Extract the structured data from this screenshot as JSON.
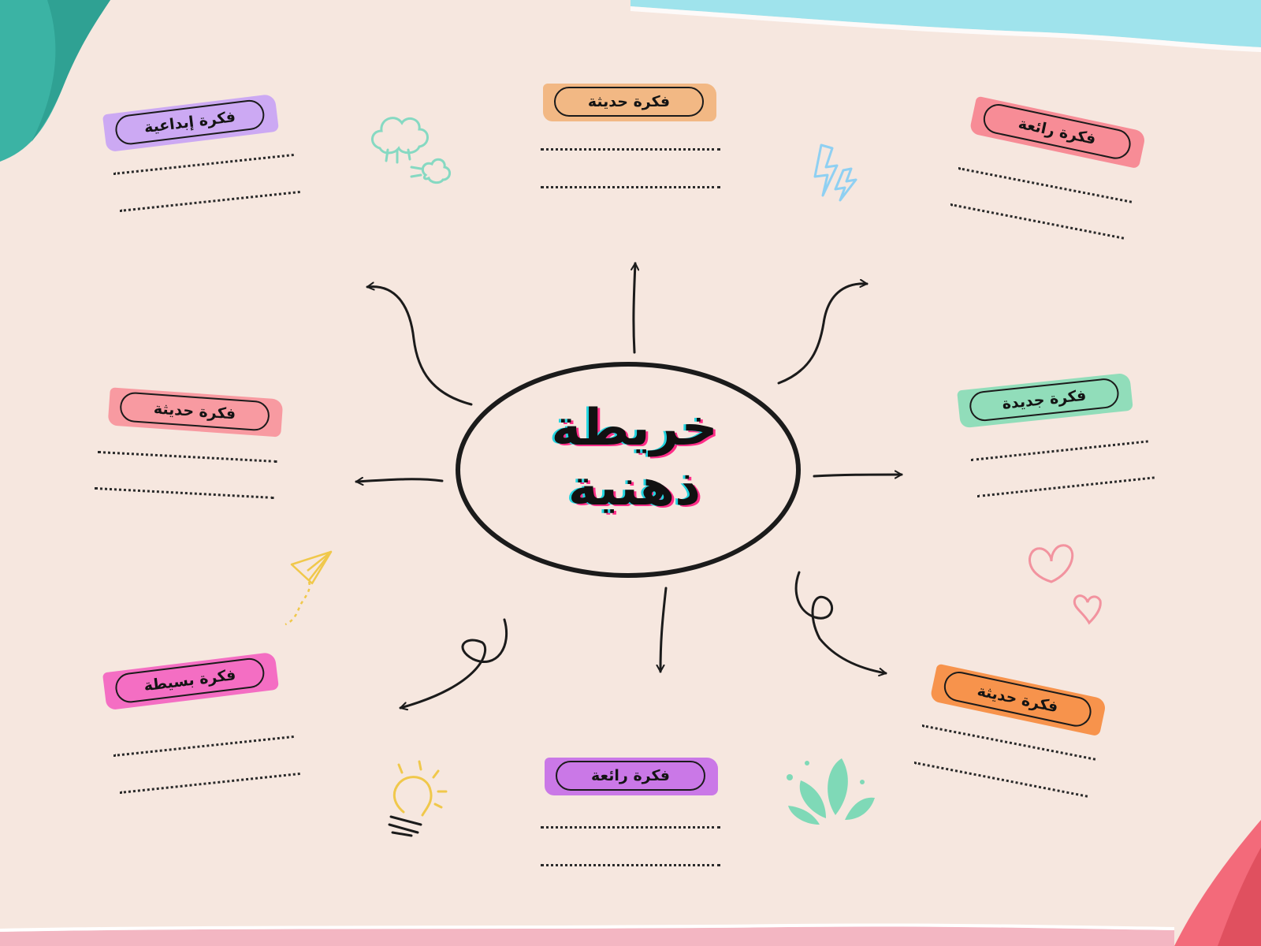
{
  "center": {
    "line1": "خريطة",
    "line2": "ذهنية"
  },
  "nodes": [
    {
      "id": "top-center",
      "label": "فكرة حديثة",
      "color": "#f2b37a"
    },
    {
      "id": "top-left",
      "label": "فكرة إبداعية",
      "color": "#c8a2f5"
    },
    {
      "id": "top-right",
      "label": "فكرة رائعة",
      "color": "#f7828e"
    },
    {
      "id": "middle-left",
      "label": "فكرة حديثة",
      "color": "#f8919a"
    },
    {
      "id": "middle-right",
      "label": "فكرة جديدة",
      "color": "#86dcb6"
    },
    {
      "id": "bottom-left",
      "label": "فكرة بسيطة",
      "color": "#f460c0"
    },
    {
      "id": "bottom-center",
      "label": "فكرة رائعة",
      "color": "#c56be8"
    },
    {
      "id": "bottom-right",
      "label": "فكرة حديثة",
      "color": "#f7893c"
    }
  ],
  "colors": {
    "paper": "#f6e7df",
    "teal_corner": "#3bb3a4",
    "cyan_strip": "#9fe3ec",
    "pink_corner": "#f36a7a",
    "ink": "#1b1b1b"
  },
  "decorations": [
    "cloud-doodle-icon",
    "lightning-icon",
    "heart-doodle-icon",
    "paper-plane-icon",
    "lightbulb-icon",
    "leaf-splash-icon"
  ]
}
